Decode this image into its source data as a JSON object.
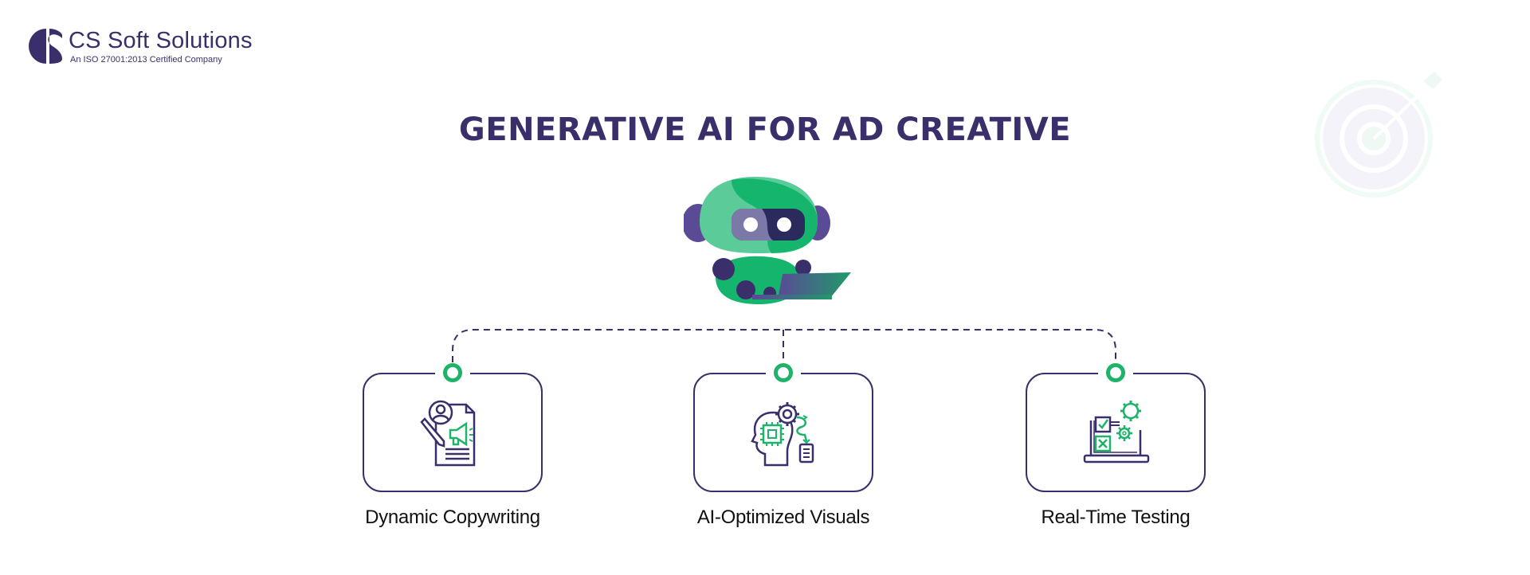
{
  "brand": {
    "name": "CS Soft Solutions",
    "tagline": "An ISO 27001:2013 Certified Company"
  },
  "title": "GENERATIVE AI FOR AD CREATIVE",
  "colors": {
    "primary": "#3b2f6b",
    "accent": "#1db36a",
    "text": "#111111",
    "background": "#ffffff"
  },
  "hero": {
    "icon": "robot-with-laptop-icon"
  },
  "decor": {
    "icon": "target-arrow-icon"
  },
  "items": [
    {
      "label": "Dynamic Copywriting",
      "icon": "document-megaphone-pen-icon"
    },
    {
      "label": "AI-Optimized Visuals",
      "icon": "head-chip-gear-icon"
    },
    {
      "label": "Real-Time Testing",
      "icon": "laptop-checklist-gears-icon"
    }
  ]
}
